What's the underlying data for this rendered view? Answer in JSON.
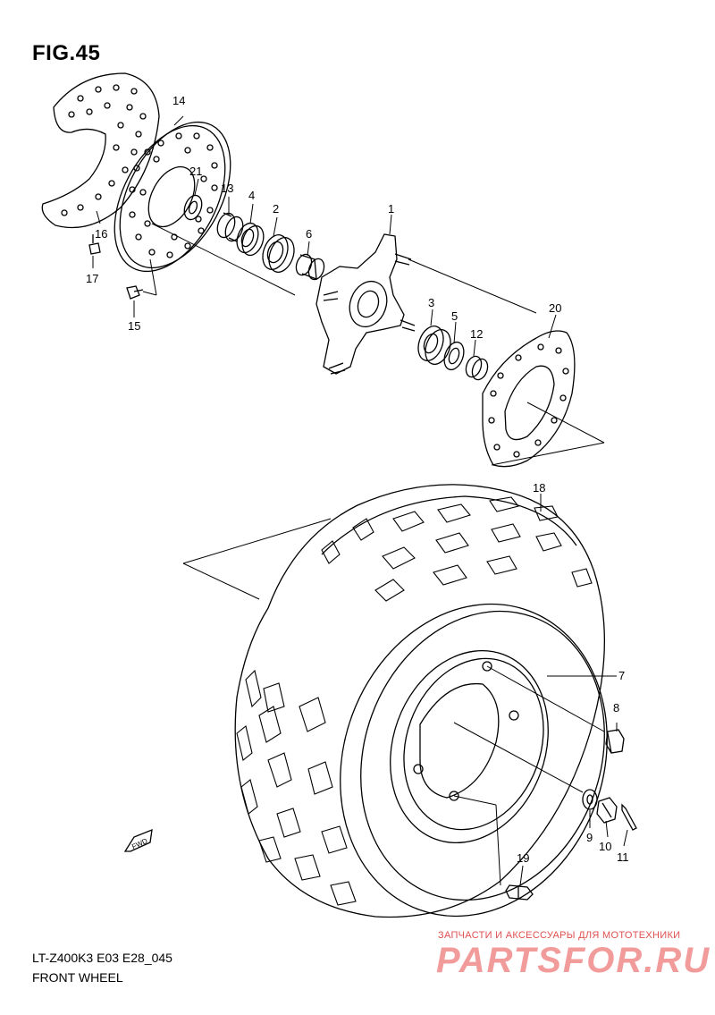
{
  "figure": {
    "title": "FIG.45",
    "model_code": "LT-Z400K3 E03 E28_045",
    "name": "FRONT WHEEL",
    "direction_badge": "FWD"
  },
  "callouts": [
    {
      "id": "14",
      "part": "brake-disc"
    },
    {
      "id": "21"
    },
    {
      "id": "13"
    },
    {
      "id": "4"
    },
    {
      "id": "2"
    },
    {
      "id": "1",
      "part": "hub"
    },
    {
      "id": "6"
    },
    {
      "id": "16",
      "part": "disc-cover"
    },
    {
      "id": "17"
    },
    {
      "id": "15"
    },
    {
      "id": "3"
    },
    {
      "id": "5"
    },
    {
      "id": "12"
    },
    {
      "id": "20",
      "part": "hub-cover"
    },
    {
      "id": "18",
      "part": "tire"
    },
    {
      "id": "7",
      "part": "rim"
    },
    {
      "id": "8"
    },
    {
      "id": "9"
    },
    {
      "id": "10"
    },
    {
      "id": "11"
    },
    {
      "id": "19",
      "part": "valve"
    }
  ],
  "watermark": {
    "caption": "ЗАПЧАСТИ И АКСЕССУАРЫ ДЛЯ МОТОТЕХНИКИ",
    "logo": "PARTSFOR.RU",
    "color": "#e05050"
  }
}
